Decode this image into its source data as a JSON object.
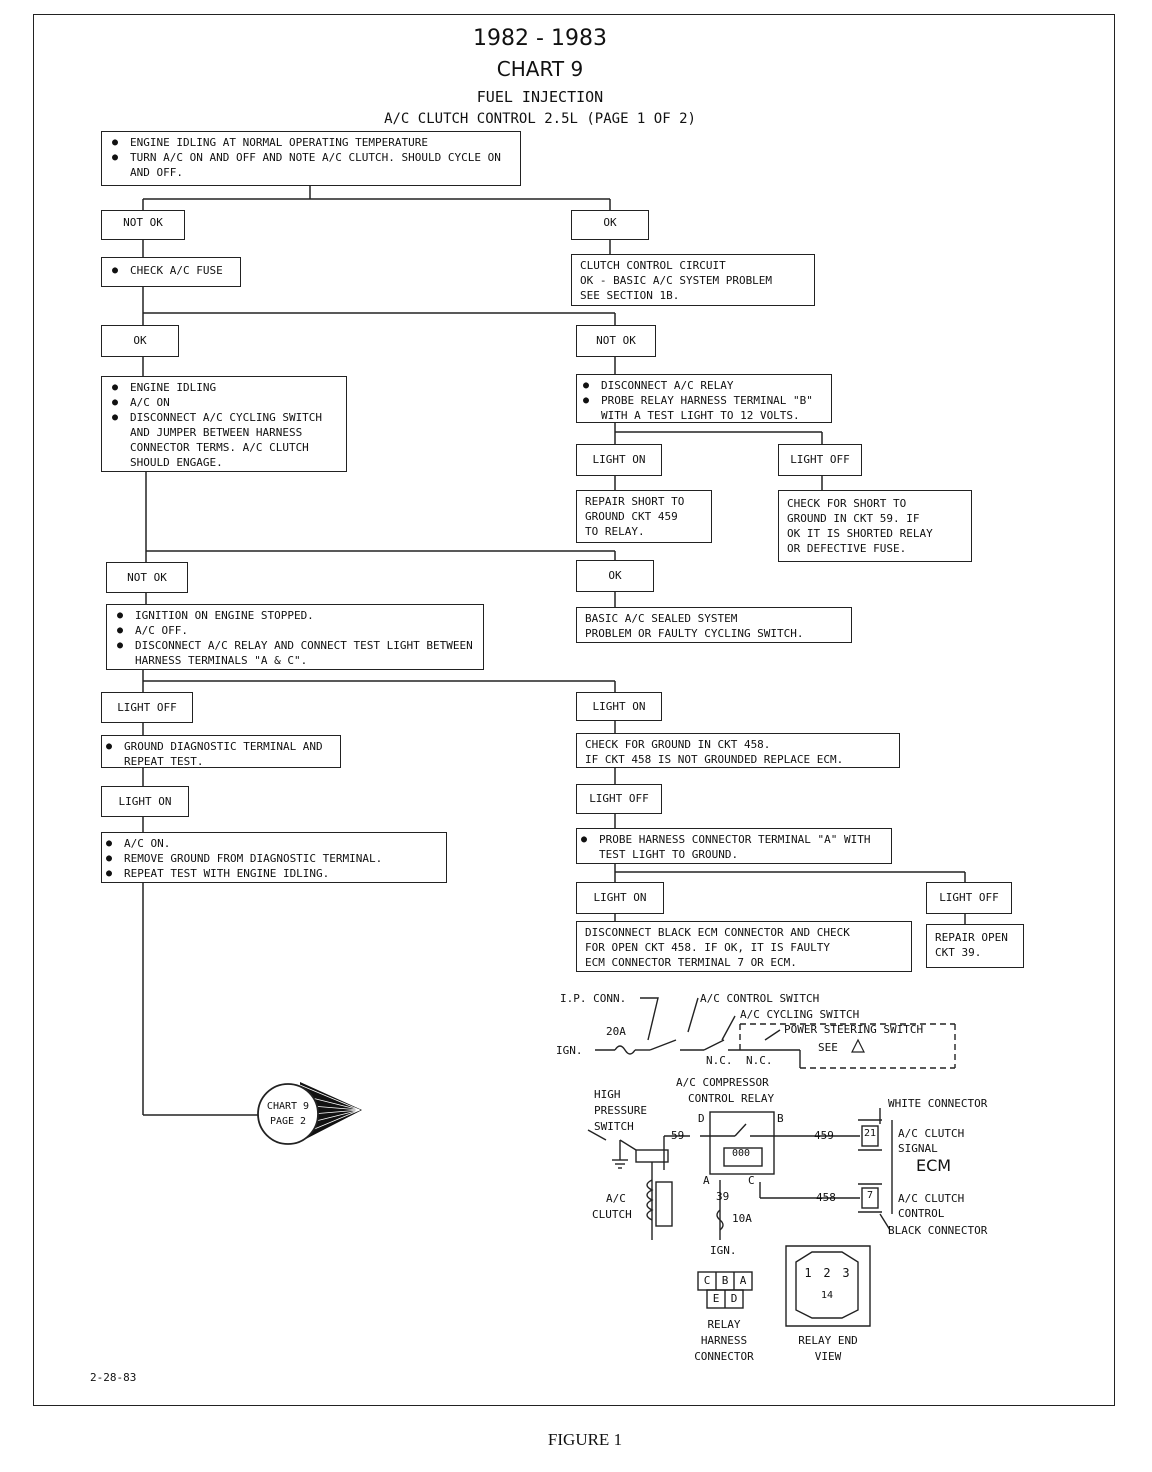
{
  "header": {
    "years": "1982 - 1983",
    "chart": "CHART 9",
    "system": "FUEL INJECTION",
    "subtitle": "A/C CLUTCH CONTROL 2.5L (PAGE 1 OF 2)"
  },
  "steps": {
    "start": [
      "ENGINE IDLING AT NORMAL OPERATING TEMPERATURE",
      "TURN A/C ON AND OFF AND NOTE A/C CLUTCH.  SHOULD CYCLE ON AND OFF."
    ],
    "not_ok_1": "NOT OK",
    "ok_1": "OK",
    "check_fuse": [
      "CHECK A/C FUSE"
    ],
    "clutch_ok": "CLUTCH CONTROL CIRCUIT\nOK - BASIC A/C SYSTEM PROBLEM\nSEE SECTION 1B.",
    "ok_2": "OK",
    "not_ok_2": "NOT OK",
    "engine_idling": [
      "ENGINE IDLING",
      "A/C ON",
      "DISCONNECT A/C CYCLING SWITCH AND JUMPER BETWEEN HARNESS CONNECTOR TERMS. A/C CLUTCH SHOULD ENGAGE."
    ],
    "disconnect_relay": [
      "DISCONNECT A/C RELAY",
      "PROBE RELAY HARNESS TERMINAL \"B\" WITH A TEST LIGHT TO 12 VOLTS."
    ],
    "light_on_1": "LIGHT ON",
    "light_off_1": "LIGHT OFF",
    "repair_short": "REPAIR SHORT TO\nGROUND CKT 459\nTO RELAY.",
    "check_short": "CHECK FOR SHORT TO\nGROUND IN CKT 59. IF\nOK IT IS SHORTED RELAY\nOR DEFECTIVE FUSE.",
    "not_ok_3": "NOT OK",
    "ok_3": "OK",
    "ignition_on": [
      "IGNITION ON ENGINE STOPPED.",
      "A/C OFF.",
      "DISCONNECT A/C RELAY AND CONNECT TEST LIGHT BETWEEN HARNESS TERMINALS \"A & C\"."
    ],
    "basic_sealed": "BASIC A/C SEALED SYSTEM\nPROBLEM OR FAULTY CYCLING SWITCH.",
    "light_off_2": "LIGHT OFF",
    "light_on_2": "LIGHT ON",
    "ground_diag": [
      "GROUND DIAGNOSTIC TERMINAL AND REPEAT TEST."
    ],
    "check_ground": "CHECK FOR GROUND IN CKT 458.\nIF CKT 458 IS NOT GROUNDED REPLACE ECM.",
    "light_on_3": "LIGHT ON",
    "light_off_3": "LIGHT OFF",
    "ac_on_remove": [
      "A/C ON.",
      "REMOVE GROUND FROM DIAGNOSTIC TERMINAL.",
      "REPEAT TEST WITH ENGINE IDLING."
    ],
    "probe_a": [
      "PROBE HARNESS CONNECTOR TERMINAL \"A\" WITH TEST LIGHT TO GROUND."
    ],
    "light_on_4": "LIGHT ON",
    "light_off_4": "LIGHT OFF",
    "disconnect_black": "DISCONNECT BLACK ECM CONNECTOR AND CHECK\nFOR OPEN CKT 458.  IF OK, IT IS FAULTY\nECM CONNECTOR TERMINAL 7 OR ECM.",
    "repair_open": "REPAIR OPEN\nCKT 39.",
    "goto": [
      "CHART 9",
      "PAGE 2"
    ]
  },
  "schematic": {
    "ip_conn": "I.P. CONN.",
    "ac_control_switch": "A/C CONTROL SWITCH",
    "ac_cycling_switch": "A/C CYCLING SWITCH",
    "power_steering_switch": "POWER STEERING SWITCH",
    "see": "SEE",
    "fuse_20a": "20A",
    "ign": "IGN.",
    "nc1": "N.C.",
    "nc2": "N.C.",
    "relay_title_1": "A/C COMPRESSOR",
    "relay_title_2": "CONTROL RELAY",
    "high_pressure": [
      "HIGH",
      "PRESSURE",
      "SWITCH"
    ],
    "ac_clutch": [
      "A/C",
      "CLUTCH"
    ],
    "term_d": "D",
    "term_b": "B",
    "term_a": "A",
    "term_c": "C",
    "ckt_59": "59",
    "ckt_459": "459",
    "ckt_458": "458",
    "ckt_39": "39",
    "fuse_10a": "10A",
    "ign2": "IGN.",
    "white_connector": "WHITE CONNECTOR",
    "ac_clutch_signal": [
      "A/C CLUTCH",
      "SIGNAL"
    ],
    "ecm": "ECM",
    "ac_clutch_control": [
      "A/C CLUTCH",
      "CONTROL"
    ],
    "black_connector": "BLACK CONNECTOR",
    "pin_21": "21",
    "pin_7": "7",
    "coil_label": "000",
    "harness_pins_top": [
      "C",
      "B",
      "A"
    ],
    "harness_pins_bottom": [
      "E",
      "D"
    ],
    "relay_harness_connector": [
      "RELAY",
      "HARNESS",
      "CONNECTOR"
    ],
    "end_pins": [
      "1",
      "2",
      "3"
    ],
    "end_pin_4": "14",
    "relay_end_view": [
      "RELAY END",
      "VIEW"
    ]
  },
  "footer": {
    "date": "2-28-83",
    "figure": "FIGURE 1"
  }
}
